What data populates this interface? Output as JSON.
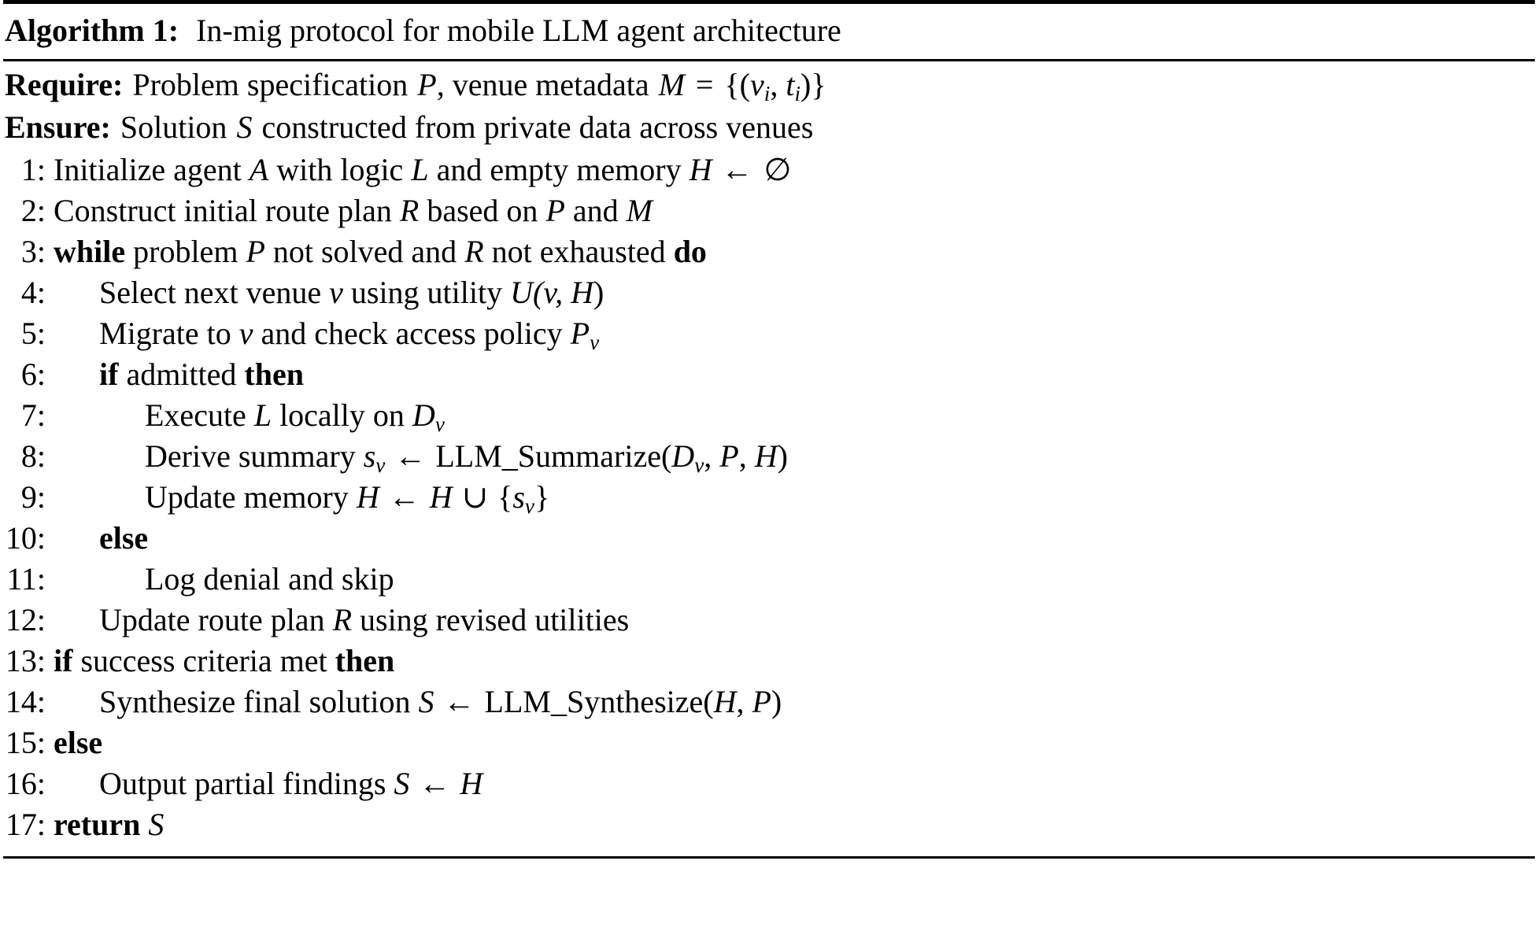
{
  "algorithm": {
    "caption_label": "Algorithm 1:",
    "caption_title": "In-mig protocol for mobile LLM agent architecture",
    "require_label": "Require:",
    "require_text_a": "Problem specification",
    "require_var_p": "P",
    "require_text_b": ", venue metadata",
    "require_var_m": "M",
    "require_eq": "=",
    "require_set_open": "{(",
    "require_v": "v",
    "require_v_sub": "i",
    "require_comma": ", ",
    "require_t": "t",
    "require_t_sub": "i",
    "require_set_close": ")}",
    "ensure_label": "Ensure:",
    "ensure_text_a": "Solution",
    "ensure_var_s": "S",
    "ensure_text_b": "constructed from private data across venues",
    "lines": [
      {
        "num": "1:",
        "indent": 0,
        "plain": "Initialize agent A with logic L and empty memory H ← ∅"
      },
      {
        "num": "2:",
        "indent": 0,
        "plain": "Construct initial route plan R based on P and M"
      },
      {
        "num": "3:",
        "indent": 0,
        "kw_start": "while",
        "plain": "problem P not solved and R not exhausted",
        "kw_end": "do"
      },
      {
        "num": "4:",
        "indent": 1,
        "plain": "Select next venue v using utility U(v, H)"
      },
      {
        "num": "5:",
        "indent": 1,
        "plain": "Migrate to v and check access policy Pv"
      },
      {
        "num": "6:",
        "indent": 1,
        "kw_start": "if",
        "plain": "admitted",
        "kw_end": "then"
      },
      {
        "num": "7:",
        "indent": 2,
        "plain": "Execute L locally on Dv"
      },
      {
        "num": "8:",
        "indent": 2,
        "plain": "Derive summary sv ← LLM_Summarize(Dv, P, H)"
      },
      {
        "num": "9:",
        "indent": 2,
        "plain": "Update memory H ← H ∪ {sv}"
      },
      {
        "num": "10:",
        "indent": 1,
        "kw_start": "else",
        "plain": ""
      },
      {
        "num": "11:",
        "indent": 2,
        "plain": "Log denial and skip"
      },
      {
        "num": "12:",
        "indent": 1,
        "plain": "Update route plan R using revised utilities"
      },
      {
        "num": "13:",
        "indent": 0,
        "kw_start": "if",
        "plain": "success criteria met",
        "kw_end": "then"
      },
      {
        "num": "14:",
        "indent": 1,
        "plain": "Synthesize final solution S ← LLM_Synthesize(H, P)"
      },
      {
        "num": "15:",
        "indent": 0,
        "kw_start": "else",
        "plain": ""
      },
      {
        "num": "16:",
        "indent": 1,
        "plain": "Output partial findings S ← H"
      },
      {
        "num": "17:",
        "indent": 0,
        "kw_start": "return",
        "plain": "S"
      }
    ],
    "tokens": {
      "arrow": "←",
      "emptyset": "∅",
      "union": "∪",
      "brace_open": "{",
      "brace_close": "}",
      "paren_open": "(",
      "paren_close": ")",
      "comma": ",",
      "colon": ":"
    },
    "keywords": {
      "while": "while",
      "do": "do",
      "if": "if",
      "then": "then",
      "else": "else",
      "return": "return"
    },
    "functions": {
      "summarize": "LLM_Summarize",
      "synthesize": "LLM_Synthesize"
    },
    "colors": {
      "text": "#000000",
      "background": "#ffffff",
      "rule": "#000000"
    }
  }
}
